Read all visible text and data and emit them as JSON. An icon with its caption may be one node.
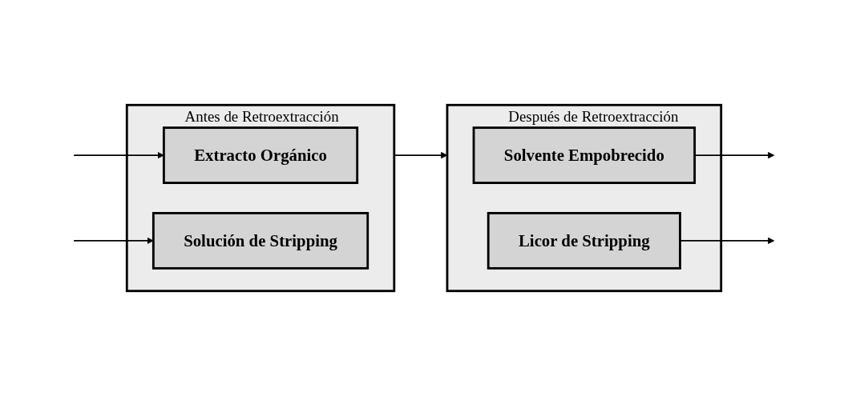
{
  "diagram": {
    "nodes": [
      {
        "text": [],
        "shape": "box",
        "beside": [
          "Antes de Retroextracción"
        ]
      },
      {
        "text": [
          "Extracto Orgánico"
        ],
        "in": 0
      },
      {
        "text": [
          "Solución de Stripping"
        ],
        "in": 0
      },
      {
        "text": [],
        "shape": "box",
        "beside": [
          "Después de Retroextracción"
        ]
      },
      {
        "text": [
          "Solvente Empobrecido"
        ],
        "in": 3
      },
      {
        "text": [
          "Licor de Stripping"
        ],
        "in": 3
      }
    ],
    "edges": [
      {
        "from": null,
        "to": 1,
        "arrow": "to"
      },
      {
        "from": null,
        "to": 2,
        "arrow": "to"
      },
      {
        "from": 0,
        "to": 3,
        "arrow": "to"
      },
      {
        "from": 4,
        "to": null,
        "arrow": "to"
      },
      {
        "from": 5,
        "to": null,
        "arrow": "to"
      }
    ]
  }
}
